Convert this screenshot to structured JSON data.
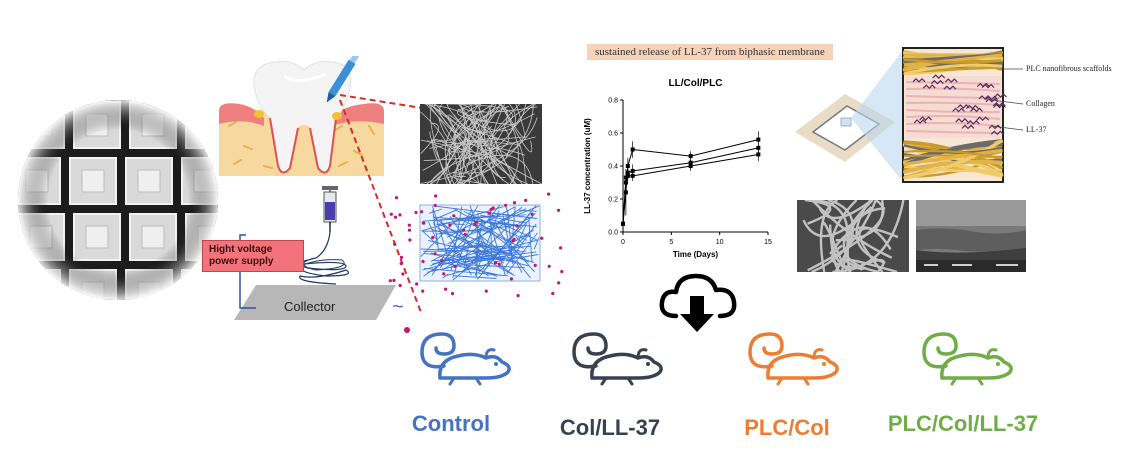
{
  "colors": {
    "control": "#4472c4",
    "col_ll37": "#3a4050",
    "plc_col": "#ed7d31",
    "plc_col_ll37": "#70ad47",
    "banner": "#f6d2b8",
    "hv_box": "#f4727a"
  },
  "electrospinning": {
    "hv_label": "Hight voltage power supply",
    "collector_label": "Collector"
  },
  "release_panel": {
    "banner": "sustained release of LL-37 from biphasic membrane"
  },
  "membrane_labels": {
    "plc": "PLC nanofibrous scaffolds",
    "collagen": "Collagen",
    "ll37": "LL-37"
  },
  "groups": [
    {
      "label": "Control",
      "icon": "rat-icon"
    },
    {
      "label": "Col/LL-37",
      "icon": "rat-icon"
    },
    {
      "label": "PLC/Col",
      "icon": "rat-icon"
    },
    {
      "label": "PLC/Col/LL-37",
      "icon": "rat-icon"
    }
  ],
  "chart_data": {
    "type": "line",
    "title": "LL/Col/PLC",
    "xlabel": "Time (Days)",
    "ylabel": "LL-37 concentration (uM)",
    "xlim": [
      0,
      15
    ],
    "ylim": [
      0,
      0.8
    ],
    "xticks": [
      0,
      5,
      10,
      15
    ],
    "yticks": [
      0.0,
      0.2,
      0.4,
      0.6,
      0.8
    ],
    "series": [
      {
        "x": [
          0,
          0.3,
          0.5,
          1,
          7,
          14
        ],
        "y": [
          0.05,
          0.24,
          0.4,
          0.5,
          0.46,
          0.56
        ],
        "err": [
          0.05,
          0.14,
          0.05,
          0.05,
          0.03,
          0.05
        ]
      },
      {
        "x": [
          0,
          0.3,
          0.5,
          1,
          7,
          14
        ],
        "y": [
          0.05,
          0.3,
          0.36,
          0.37,
          0.42,
          0.51
        ],
        "err": [
          0.04,
          0.06,
          0.04,
          0.04,
          0.03,
          0.04
        ]
      },
      {
        "x": [
          0,
          0.3,
          0.5,
          1,
          7,
          14
        ],
        "y": [
          0.05,
          0.33,
          0.34,
          0.34,
          0.4,
          0.47
        ],
        "err": [
          0.04,
          0.05,
          0.03,
          0.03,
          0.03,
          0.04
        ]
      }
    ]
  }
}
